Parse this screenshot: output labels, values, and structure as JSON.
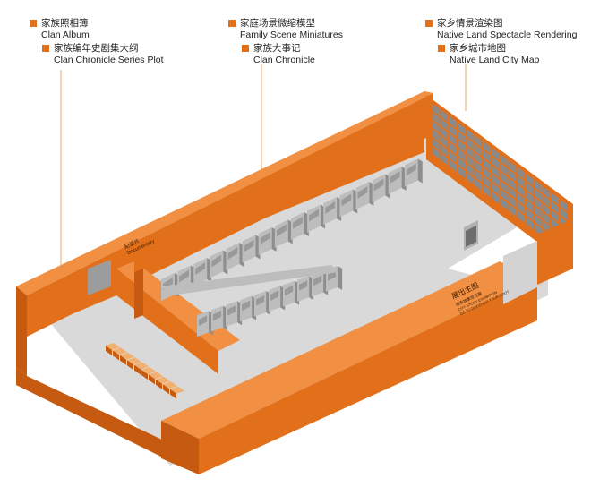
{
  "colors": {
    "accent": "#e26f1a",
    "wall_dark": "#c65a10",
    "wall_light": "#ef8a38",
    "floor": "#d9d9d9",
    "cabinet": "#b8b8b8",
    "cabinet_dark": "#8e8e8e",
    "grid": "#7a7a7a"
  },
  "legend": [
    {
      "zh": "家族照相簿",
      "en": "Clan Album"
    },
    {
      "zh": "家族编年史剧集大纲",
      "en": "Clan Chronicle Series Plot"
    },
    {
      "zh": "家庭场景微缩模型",
      "en": "Family Scene Miniatures"
    },
    {
      "zh": "家族大事记",
      "en": "Clan Chronicle"
    },
    {
      "zh": "家乡情景渲染图",
      "en": "Native Land Spectacle Rendering"
    },
    {
      "zh": "家乡城市地图",
      "en": "Native Land City Map"
    }
  ],
  "wall_labels": {
    "documentary_zh": "纪录片",
    "documentary_en": "Documentary",
    "entrance_zh": "展出主图",
    "entrance_line1": "城市故事变迁展",
    "entrance_line2": "CITY STORY EXHIBITION",
    "entrance_line3": "GO TO DISCOVER YOUR ROOT"
  }
}
